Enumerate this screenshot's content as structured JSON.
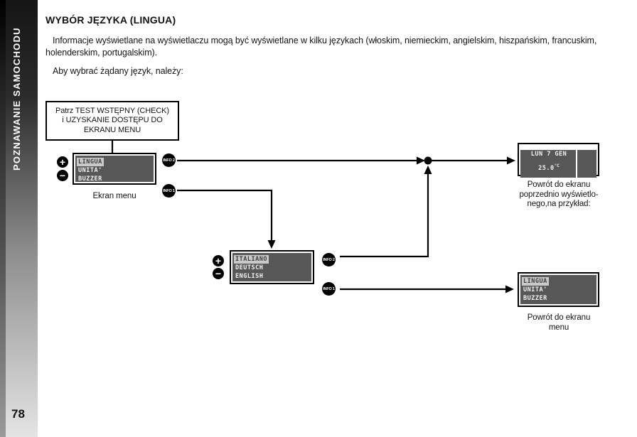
{
  "page": {
    "sidebar_title": "POZNAWANIE SAMOCHODU",
    "page_number": "78"
  },
  "article": {
    "title": "WYBÓR JĘZYKA (LINGUA)",
    "paragraph_line1": "Informacje wyświetlane na wyświetlaczu mogą być wyświetlane w kilku językach (włoskim, niemieckim, angielskim, hiszpańskim, francuskim,",
    "paragraph_line2": "holenderskim, portugalskim).",
    "intro": "Aby wybrać żądany język, należy:"
  },
  "diagram": {
    "check_box": {
      "line1": "Patrz TEST WSTĘPNY (CHECK)",
      "line2": "i UZYSKANIE DOSTĘPU DO",
      "line3": "EKRANU MENU"
    },
    "buttons": {
      "plus": "+",
      "minus": "−",
      "info1": "INFO 1",
      "info2": "INFO 2"
    },
    "menu_display": {
      "items": [
        "LINGUA",
        "UNITA'",
        "BUZZER"
      ],
      "selected": "LINGUA",
      "caption": "Ekran menu"
    },
    "language_display": {
      "items": [
        "ITALIANO",
        "DEUTSCH",
        "ENGLISH"
      ],
      "selected": "ITALIANO"
    },
    "info_display": {
      "line1": "LUN 7 GEN",
      "temp": "25.0",
      "temp_unit": "°C",
      "caption_line1": "Powrót do ekranu",
      "caption_line2": "poprzednio wyświetlo-",
      "caption_line3": "nego,na przykład:"
    },
    "return_display": {
      "items": [
        "LINGUA",
        "UNITA'",
        "BUZZER"
      ],
      "selected": "LINGUA",
      "caption_line1": "Powrót do ekranu",
      "caption_line2": "menu"
    }
  },
  "colors": {
    "display_panel_bg": "#575757",
    "highlight_bg": "#c9c9c9",
    "highlight_text": "#3e3e3e",
    "display_text": "#f2f2f2",
    "line_color": "#000000"
  }
}
